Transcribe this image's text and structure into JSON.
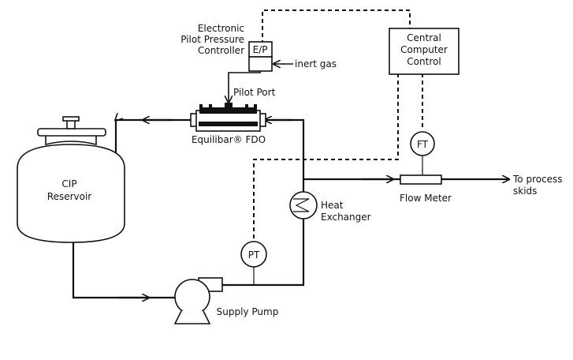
{
  "labels": {
    "controller": [
      "Electronic",
      "Pilot Pressure",
      "Controller"
    ],
    "ep": "E/P",
    "inert_gas": "inert gas",
    "pilot_port": "Pilot Port",
    "fdo": "Equilibar® FDO",
    "central": [
      "Central",
      "Computer",
      "Control"
    ],
    "reservoir": [
      "CIP",
      "Reservoir"
    ],
    "ft": "FT",
    "flow_meter": "Flow Meter",
    "to_process": [
      "To process",
      "skids"
    ],
    "heat_exchanger": [
      "Heat",
      "Exchanger"
    ],
    "pt": "PT",
    "supply_pump": "Supply Pump"
  }
}
